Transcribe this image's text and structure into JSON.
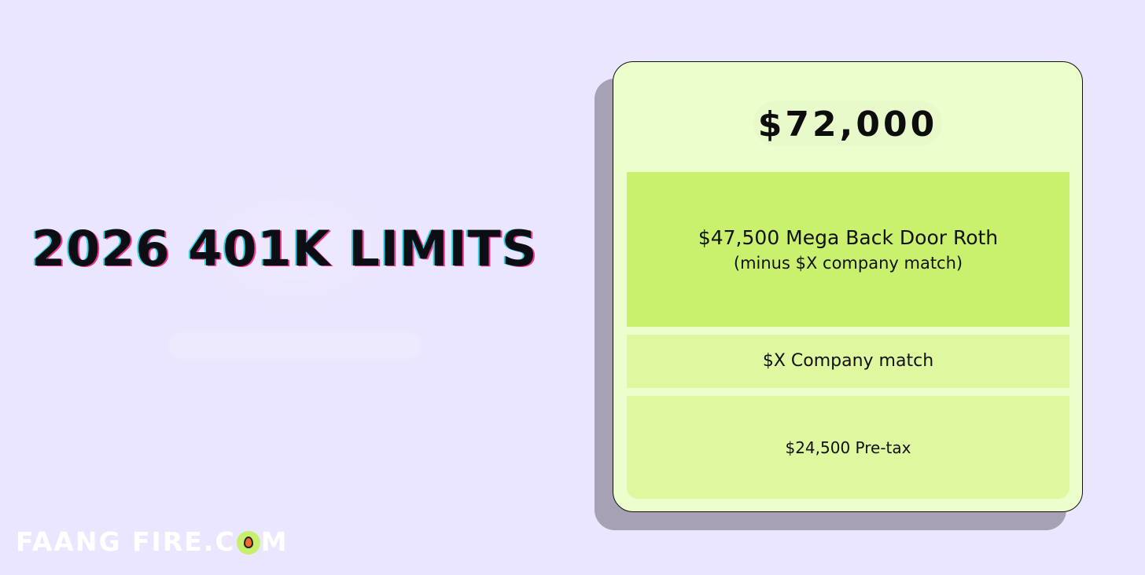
{
  "title": "2026 401K LIMITS",
  "brand": {
    "text_before": "FAANG FIRE.C",
    "text_after": "M",
    "logo_icon": "flame-icon"
  },
  "card": {
    "total": "$72,000",
    "segments": [
      {
        "label": "$47,500 Mega Back Door Roth",
        "sublabel": "(minus $X company match)",
        "color": "#caf16d"
      },
      {
        "label": "$X Company match",
        "color": "#dff79f"
      },
      {
        "label": "$24,500 Pre-tax",
        "color": "#dff79f"
      }
    ]
  },
  "colors": {
    "background": "#ebe6ff",
    "card": "#edfecd",
    "shadow": "#a6a1b4",
    "accent_green": "#caf16d"
  }
}
